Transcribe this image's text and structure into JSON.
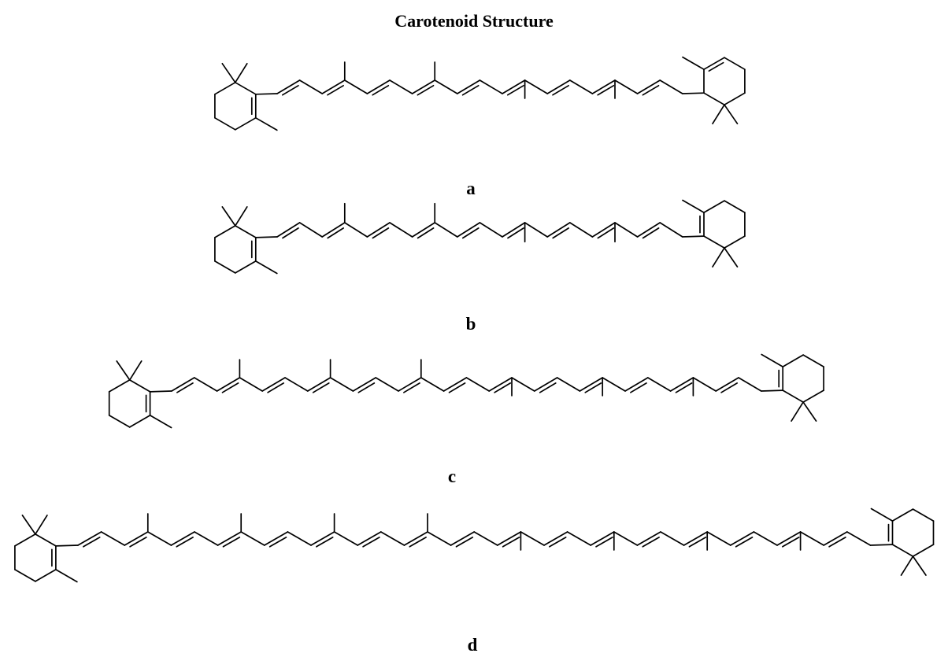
{
  "title": "Carotenoid Structure",
  "structures": [
    {
      "label": "a"
    },
    {
      "label": "b"
    },
    {
      "label": "c"
    },
    {
      "label": "d"
    }
  ],
  "colors": {
    "ink": "#000000",
    "background": "#ffffff"
  }
}
